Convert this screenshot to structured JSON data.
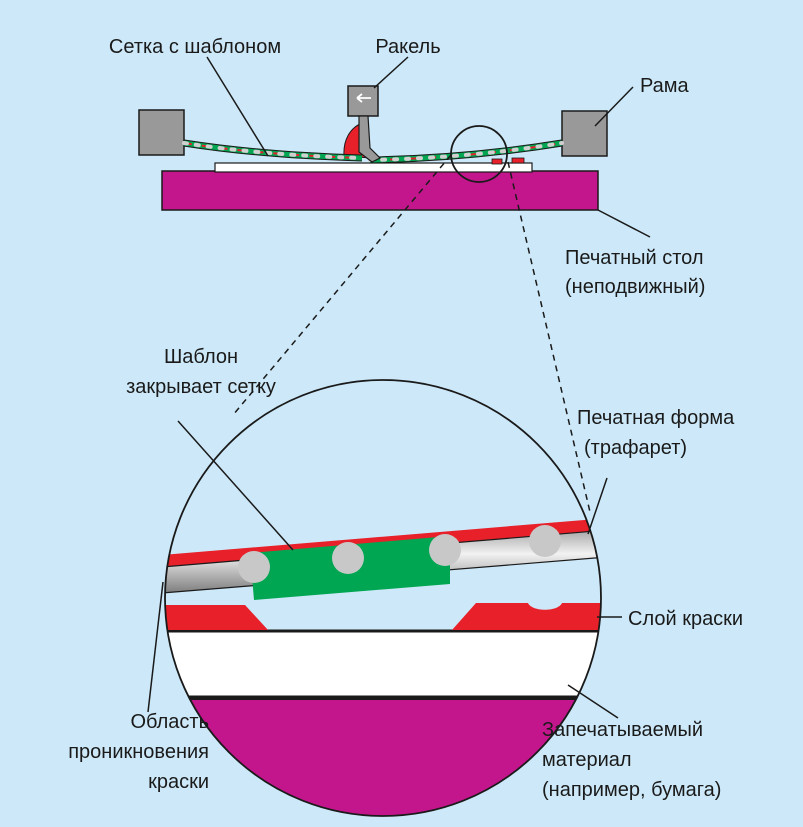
{
  "labels": {
    "mesh_with_stencil": "Сетка с шаблоном",
    "squeegee": "Ракель",
    "frame": "Рама",
    "print_table_1": "Печатный стол",
    "print_table_2": "(неподвижный)",
    "stencil_covers_1": "Шаблон",
    "stencil_covers_2": "закрывает сетку",
    "printing_form_1": "Печатная форма",
    "printing_form_2": "(трафарет)",
    "ink_layer": "Слой краски",
    "penetration_1": "Область",
    "penetration_2": "проникновения",
    "penetration_3": "краски",
    "substrate_1": "Запечатываемый",
    "substrate_2": "материал",
    "substrate_3": "(например, бумага)"
  },
  "colors": {
    "background": "#cde9f9",
    "table": "#c4168c",
    "frame": "#999999",
    "ink": "#e8202a",
    "stencil": "#00a651",
    "thread": "#b3b3b3",
    "outline": "#1a1a1a"
  }
}
